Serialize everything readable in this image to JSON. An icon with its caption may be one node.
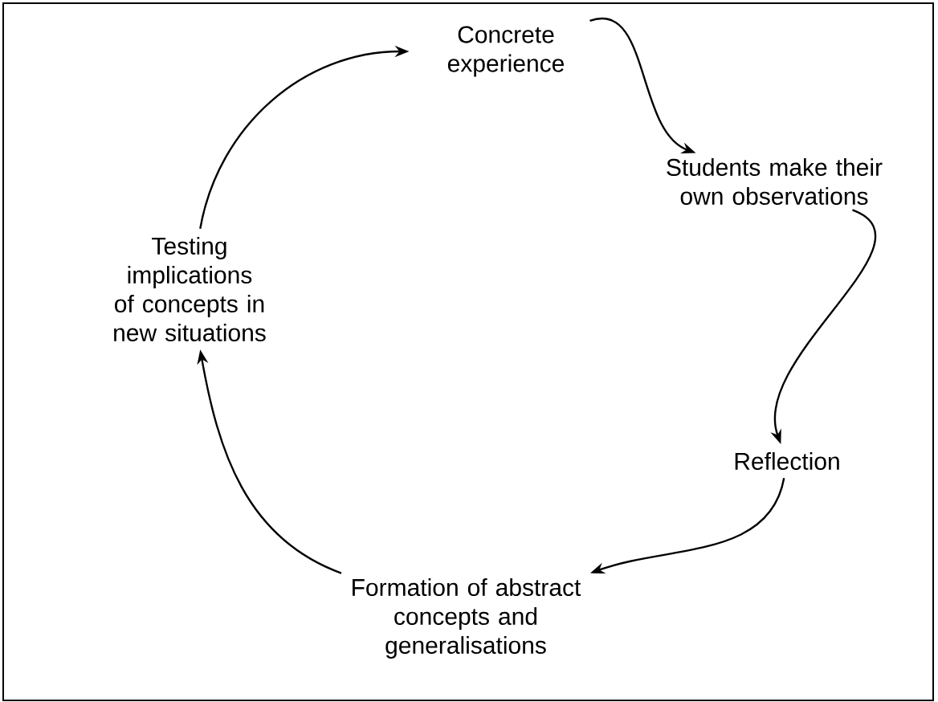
{
  "diagram": {
    "nodes": [
      {
        "text": [
          "Concrete experience"
        ]
      },
      {
        "text": [
          "Students make their own observations"
        ]
      },
      {
        "text": [
          "Reflection"
        ]
      },
      {
        "text": [
          "Formation of abstract concepts and generalisations"
        ]
      },
      {
        "text": [
          "Testing implications of concepts in new situations"
        ]
      }
    ],
    "edges": [
      {
        "from": 0,
        "to": 1,
        "arrow": "to"
      },
      {
        "from": 1,
        "to": 2,
        "arrow": "to"
      },
      {
        "from": 2,
        "to": 3,
        "arrow": "to"
      },
      {
        "from": 3,
        "to": 4,
        "arrow": "to"
      },
      {
        "from": 4,
        "to": 0,
        "arrow": "to"
      }
    ]
  }
}
